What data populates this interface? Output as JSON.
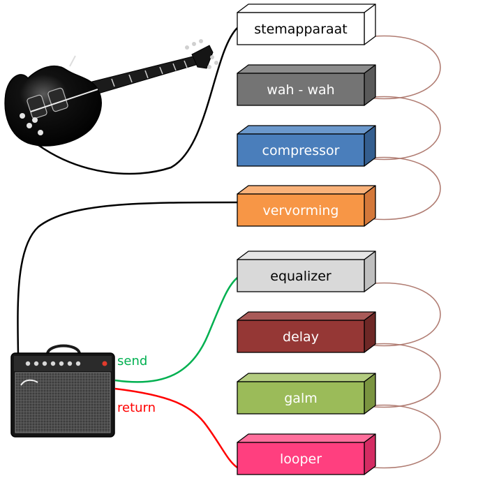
{
  "effects": [
    {
      "label": "stemapparaat",
      "front": "#ffffff",
      "top": "#ffffff",
      "side": "#ffffff",
      "text": "#000000"
    },
    {
      "label": "wah - wah",
      "front": "#747474",
      "top": "#8c8c8c",
      "side": "#5a5a5a",
      "text": "#ffffff"
    },
    {
      "label": "compressor",
      "front": "#4a7ebb",
      "top": "#6b98cc",
      "side": "#345e8f",
      "text": "#ffffff"
    },
    {
      "label": "vervorming",
      "front": "#f79646",
      "top": "#f9b27a",
      "side": "#d4783a",
      "text": "#ffffff"
    },
    {
      "label": "equalizer",
      "front": "#d9d9d9",
      "top": "#e6e6e6",
      "side": "#bfbfbf",
      "text": "#000000"
    },
    {
      "label": "delay",
      "front": "#953735",
      "top": "#a95a58",
      "side": "#6e2826",
      "text": "#ffffff"
    },
    {
      "label": "galm",
      "front": "#9bbb59",
      "top": "#b3cc80",
      "side": "#7a9440",
      "text": "#ffffff"
    },
    {
      "label": "looper",
      "front": "#ff3f7f",
      "top": "#ff6f9c",
      "side": "#d42c63",
      "text": "#ffffff"
    }
  ],
  "ports": {
    "send": {
      "label": "send",
      "color": "#00b050"
    },
    "return": {
      "label": "return",
      "color": "#ff0000"
    }
  },
  "cable_colors": {
    "main": "#000000",
    "link": "#b07c72"
  },
  "icons": [
    "electric-guitar-icon",
    "guitar-amplifier-icon"
  ]
}
